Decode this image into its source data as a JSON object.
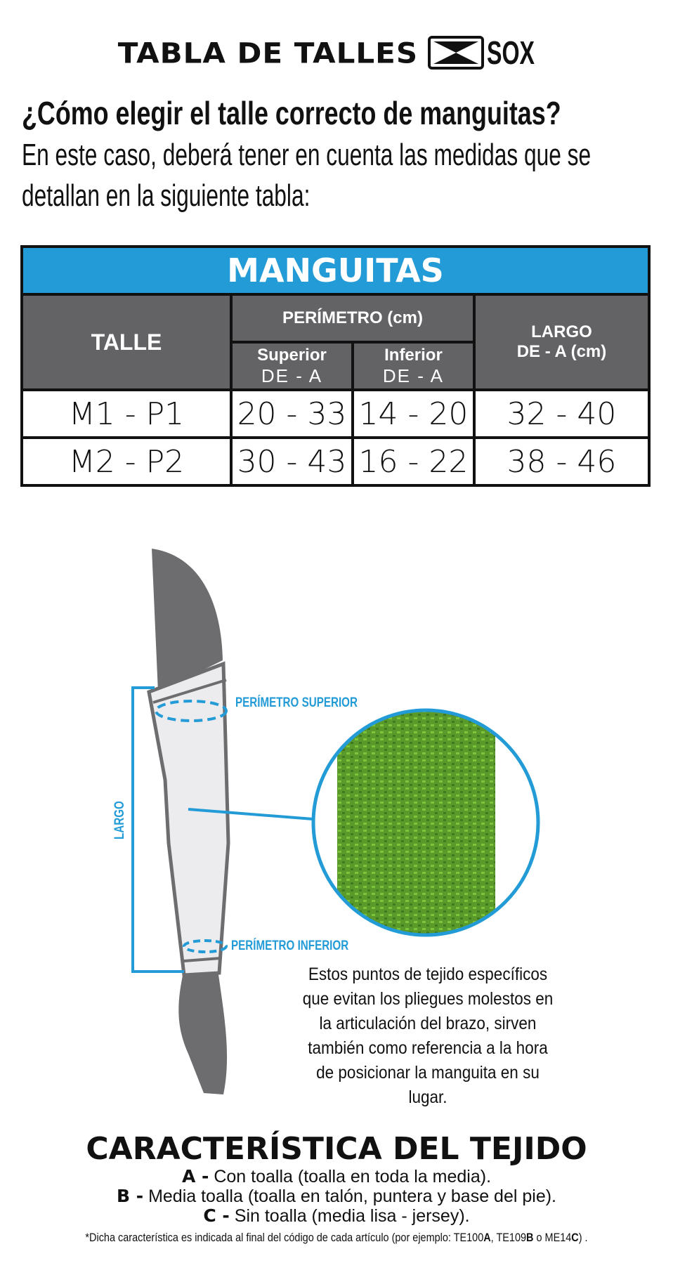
{
  "header": {
    "title": "TABLA DE TALLES",
    "brand": "SOX"
  },
  "question": "¿Cómo elegir el talle correcto de manguitas?",
  "intro": "En este caso, deberá tener en cuenta las medidas que se detallan en la siguiente tabla:",
  "table": {
    "title": "MANGUITAS",
    "col_talle": "TALLE",
    "col_perimetro": "PERÍMETRO (cm)",
    "col_superior": "Superior",
    "col_inferior": "Inferior",
    "col_de_a": "DE - A",
    "col_largo": "LARGO",
    "col_largo_sub": "DE - A (cm)",
    "rows": [
      {
        "talle": "M1 - P1",
        "superior": "20 - 33",
        "inferior": "14 - 20",
        "largo": "32 - 40"
      },
      {
        "talle": "M2 - P2",
        "superior": "30 - 43",
        "inferior": "16 - 22",
        "largo": "38 - 46"
      }
    ]
  },
  "diagram": {
    "perimetro_superior": "PERÍMETRO SUPERIOR",
    "perimetro_inferior": "PERÍMETRO INFERIOR",
    "largo": "LARGO",
    "description": "Estos puntos de tejido específicos que evitan los pliegues molestos en la articulación del brazo, sirven también como referencia a la hora de posicionar la manguita en su lugar.",
    "accent": "#239bd6"
  },
  "features": {
    "title": "CARACTERÍSTICA DEL TEJIDO",
    "items": [
      {
        "key": "A -",
        "text": "Con toalla (toalla en toda la media)."
      },
      {
        "key": "B -",
        "text": "Media toalla (toalla en talón, puntera y base del pie)."
      },
      {
        "key": "C -",
        "text": "Sin toalla (media lisa - jersey)."
      }
    ],
    "footnote_pre": "*Dicha característica es indicada al final del código de cada artículo (por ejemplo: TE100",
    "fn_a": "A",
    "fn_mid1": ", TE109",
    "fn_b": "B",
    "fn_mid2": " o ME14",
    "fn_c": "C",
    "fn_end": ") ."
  }
}
